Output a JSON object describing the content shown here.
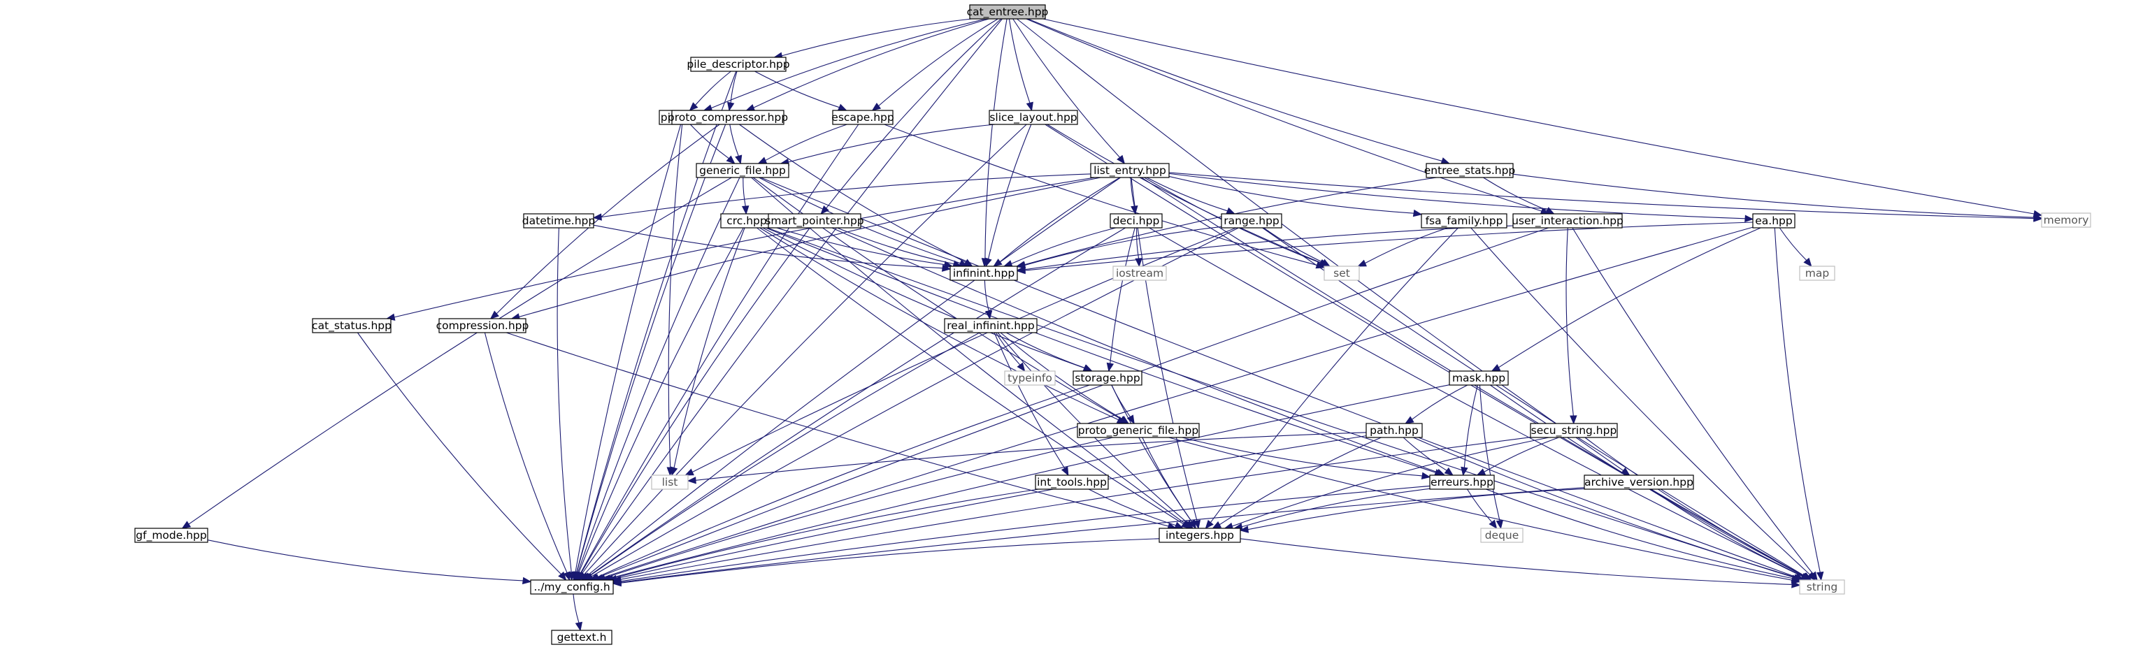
{
  "graph": {
    "colors": {
      "main_fill": "#bfbfbf",
      "local_fill": "#ffffff",
      "local_border": "#000000",
      "system_border": "#bfbfbf",
      "edge": "#191970"
    },
    "nodes": [
      {
        "id": "cat_entree",
        "label": "cat_entree.hpp",
        "kind": "main"
      },
      {
        "id": "pile_descriptor",
        "label": "pile_descriptor.hpp",
        "kind": "local"
      },
      {
        "id": "pile",
        "label": "pile.hpp",
        "kind": "local"
      },
      {
        "id": "proto_compressor",
        "label": "proto_compressor.hpp",
        "kind": "local"
      },
      {
        "id": "escape",
        "label": "escape.hpp",
        "kind": "local"
      },
      {
        "id": "slice_layout",
        "label": "slice_layout.hpp",
        "kind": "local"
      },
      {
        "id": "generic_file",
        "label": "generic_file.hpp",
        "kind": "local"
      },
      {
        "id": "list_entry",
        "label": "list_entry.hpp",
        "kind": "local"
      },
      {
        "id": "entree_stats",
        "label": "entree_stats.hpp",
        "kind": "local"
      },
      {
        "id": "memory",
        "label": "memory",
        "kind": "system"
      },
      {
        "id": "datetime",
        "label": "datetime.hpp",
        "kind": "local"
      },
      {
        "id": "crc",
        "label": "crc.hpp",
        "kind": "local"
      },
      {
        "id": "smart_pointer",
        "label": "smart_pointer.hpp",
        "kind": "local"
      },
      {
        "id": "deci",
        "label": "deci.hpp",
        "kind": "local"
      },
      {
        "id": "range",
        "label": "range.hpp",
        "kind": "local"
      },
      {
        "id": "fsa_family",
        "label": "fsa_family.hpp",
        "kind": "local"
      },
      {
        "id": "user_interaction",
        "label": "user_interaction.hpp",
        "kind": "local"
      },
      {
        "id": "ea",
        "label": "ea.hpp",
        "kind": "local"
      },
      {
        "id": "infinint",
        "label": "infinint.hpp",
        "kind": "local"
      },
      {
        "id": "iostream",
        "label": "iostream",
        "kind": "system"
      },
      {
        "id": "set",
        "label": "set",
        "kind": "system"
      },
      {
        "id": "map",
        "label": "map",
        "kind": "system"
      },
      {
        "id": "cat_status",
        "label": "cat_status.hpp",
        "kind": "local"
      },
      {
        "id": "compression",
        "label": "compression.hpp",
        "kind": "local"
      },
      {
        "id": "real_infinint",
        "label": "real_infinint.hpp",
        "kind": "local"
      },
      {
        "id": "typeinfo",
        "label": "typeinfo",
        "kind": "system"
      },
      {
        "id": "storage",
        "label": "storage.hpp",
        "kind": "local"
      },
      {
        "id": "mask",
        "label": "mask.hpp",
        "kind": "local"
      },
      {
        "id": "proto_generic_file",
        "label": "proto_generic_file.hpp",
        "kind": "local"
      },
      {
        "id": "path",
        "label": "path.hpp",
        "kind": "local"
      },
      {
        "id": "secu_string",
        "label": "secu_string.hpp",
        "kind": "local"
      },
      {
        "id": "list",
        "label": "list",
        "kind": "system"
      },
      {
        "id": "int_tools",
        "label": "int_tools.hpp",
        "kind": "local"
      },
      {
        "id": "erreurs",
        "label": "erreurs.hpp",
        "kind": "local"
      },
      {
        "id": "archive_version",
        "label": "archive_version.hpp",
        "kind": "local"
      },
      {
        "id": "gf_mode",
        "label": "gf_mode.hpp",
        "kind": "local"
      },
      {
        "id": "integers",
        "label": "integers.hpp",
        "kind": "local"
      },
      {
        "id": "deque",
        "label": "deque",
        "kind": "system"
      },
      {
        "id": "my_config",
        "label": "../my_config.h",
        "kind": "local"
      },
      {
        "id": "string",
        "label": "string",
        "kind": "system"
      },
      {
        "id": "gettext",
        "label": "gettext.h",
        "kind": "local"
      }
    ],
    "edges": [
      [
        "cat_entree",
        "pile_descriptor"
      ],
      [
        "cat_entree",
        "pile"
      ],
      [
        "cat_entree",
        "proto_compressor"
      ],
      [
        "cat_entree",
        "escape"
      ],
      [
        "cat_entree",
        "slice_layout"
      ],
      [
        "cat_entree",
        "list_entry"
      ],
      [
        "cat_entree",
        "entree_stats"
      ],
      [
        "cat_entree",
        "memory"
      ],
      [
        "cat_entree",
        "smart_pointer"
      ],
      [
        "cat_entree",
        "infinint"
      ],
      [
        "cat_entree",
        "user_interaction"
      ],
      [
        "cat_entree",
        "archive_version"
      ],
      [
        "cat_entree",
        "my_config"
      ],
      [
        "pile_descriptor",
        "pile"
      ],
      [
        "pile_descriptor",
        "proto_compressor"
      ],
      [
        "pile_descriptor",
        "escape"
      ],
      [
        "pile_descriptor",
        "my_config"
      ],
      [
        "pile",
        "generic_file"
      ],
      [
        "pile",
        "list"
      ],
      [
        "pile",
        "my_config"
      ],
      [
        "proto_compressor",
        "generic_file"
      ],
      [
        "proto_compressor",
        "compression"
      ],
      [
        "proto_compressor",
        "infinint"
      ],
      [
        "proto_compressor",
        "my_config"
      ],
      [
        "escape",
        "generic_file"
      ],
      [
        "escape",
        "set"
      ],
      [
        "escape",
        "my_config"
      ],
      [
        "slice_layout",
        "generic_file"
      ],
      [
        "slice_layout",
        "infinint"
      ],
      [
        "slice_layout",
        "set"
      ],
      [
        "slice_layout",
        "string"
      ],
      [
        "slice_layout",
        "my_config"
      ],
      [
        "generic_file",
        "crc"
      ],
      [
        "generic_file",
        "infinint"
      ],
      [
        "generic_file",
        "proto_generic_file"
      ],
      [
        "generic_file",
        "integers"
      ],
      [
        "generic_file",
        "gf_mode"
      ],
      [
        "generic_file",
        "string"
      ],
      [
        "generic_file",
        "my_config"
      ],
      [
        "list_entry",
        "datetime"
      ],
      [
        "list_entry",
        "cat_status"
      ],
      [
        "list_entry",
        "compression"
      ],
      [
        "list_entry",
        "deci"
      ],
      [
        "list_entry",
        "range"
      ],
      [
        "list_entry",
        "fsa_family"
      ],
      [
        "list_entry",
        "ea"
      ],
      [
        "list_entry",
        "infinint"
      ],
      [
        "list_entry",
        "set"
      ],
      [
        "list_entry",
        "integers"
      ],
      [
        "list_entry",
        "memory"
      ],
      [
        "list_entry",
        "string"
      ],
      [
        "list_entry",
        "my_config"
      ],
      [
        "entree_stats",
        "user_interaction"
      ],
      [
        "entree_stats",
        "infinint"
      ],
      [
        "entree_stats",
        "memory"
      ],
      [
        "datetime",
        "infinint"
      ],
      [
        "datetime",
        "my_config"
      ],
      [
        "crc",
        "infinint"
      ],
      [
        "crc",
        "storage"
      ],
      [
        "crc",
        "list"
      ],
      [
        "crc",
        "integers"
      ],
      [
        "crc",
        "erreurs"
      ],
      [
        "crc",
        "string"
      ],
      [
        "crc",
        "proto_generic_file"
      ],
      [
        "crc",
        "my_config"
      ],
      [
        "smart_pointer",
        "infinint"
      ],
      [
        "smart_pointer",
        "erreurs"
      ],
      [
        "smart_pointer",
        "my_config"
      ],
      [
        "deci",
        "infinint"
      ],
      [
        "deci",
        "storage"
      ],
      [
        "deci",
        "iostream"
      ],
      [
        "deci",
        "string"
      ],
      [
        "deci",
        "my_config"
      ],
      [
        "range",
        "infinint"
      ],
      [
        "range",
        "set"
      ],
      [
        "range",
        "list"
      ],
      [
        "range",
        "string"
      ],
      [
        "range",
        "my_config"
      ],
      [
        "fsa_family",
        "set"
      ],
      [
        "fsa_family",
        "integers"
      ],
      [
        "fsa_family",
        "string"
      ],
      [
        "user_interaction",
        "secu_string"
      ],
      [
        "user_interaction",
        "infinint"
      ],
      [
        "user_interaction",
        "string"
      ],
      [
        "user_interaction",
        "my_config"
      ],
      [
        "ea",
        "infinint"
      ],
      [
        "ea",
        "mask"
      ],
      [
        "ea",
        "map"
      ],
      [
        "ea",
        "string"
      ],
      [
        "ea",
        "my_config"
      ],
      [
        "infinint",
        "real_infinint"
      ],
      [
        "cat_status",
        "my_config"
      ],
      [
        "compression",
        "integers"
      ],
      [
        "compression",
        "my_config"
      ],
      [
        "real_infinint",
        "storage"
      ],
      [
        "real_infinint",
        "typeinfo"
      ],
      [
        "real_infinint",
        "int_tools"
      ],
      [
        "real_infinint",
        "integers"
      ],
      [
        "real_infinint",
        "proto_generic_file"
      ],
      [
        "real_infinint",
        "my_config"
      ],
      [
        "storage",
        "proto_generic_file"
      ],
      [
        "storage",
        "integers"
      ],
      [
        "storage",
        "my_config"
      ],
      [
        "mask",
        "path"
      ],
      [
        "mask",
        "erreurs"
      ],
      [
        "mask",
        "deque"
      ],
      [
        "mask",
        "string"
      ],
      [
        "mask",
        "my_config"
      ],
      [
        "proto_generic_file",
        "erreurs"
      ],
      [
        "proto_generic_file",
        "integers"
      ],
      [
        "proto_generic_file",
        "string"
      ],
      [
        "proto_generic_file",
        "my_config"
      ],
      [
        "path",
        "list"
      ],
      [
        "path",
        "erreurs"
      ],
      [
        "path",
        "integers"
      ],
      [
        "path",
        "string"
      ],
      [
        "path",
        "my_config"
      ],
      [
        "secu_string",
        "erreurs"
      ],
      [
        "secu_string",
        "integers"
      ],
      [
        "secu_string",
        "string"
      ],
      [
        "secu_string",
        "my_config"
      ],
      [
        "int_tools",
        "integers"
      ],
      [
        "int_tools",
        "my_config"
      ],
      [
        "erreurs",
        "integers"
      ],
      [
        "erreurs",
        "deque"
      ],
      [
        "erreurs",
        "string"
      ],
      [
        "erreurs",
        "my_config"
      ],
      [
        "archive_version",
        "integers"
      ],
      [
        "archive_version",
        "string"
      ],
      [
        "archive_version",
        "my_config"
      ],
      [
        "gf_mode",
        "my_config"
      ],
      [
        "integers",
        "my_config"
      ],
      [
        "integers",
        "string"
      ],
      [
        "my_config",
        "gettext"
      ]
    ]
  }
}
